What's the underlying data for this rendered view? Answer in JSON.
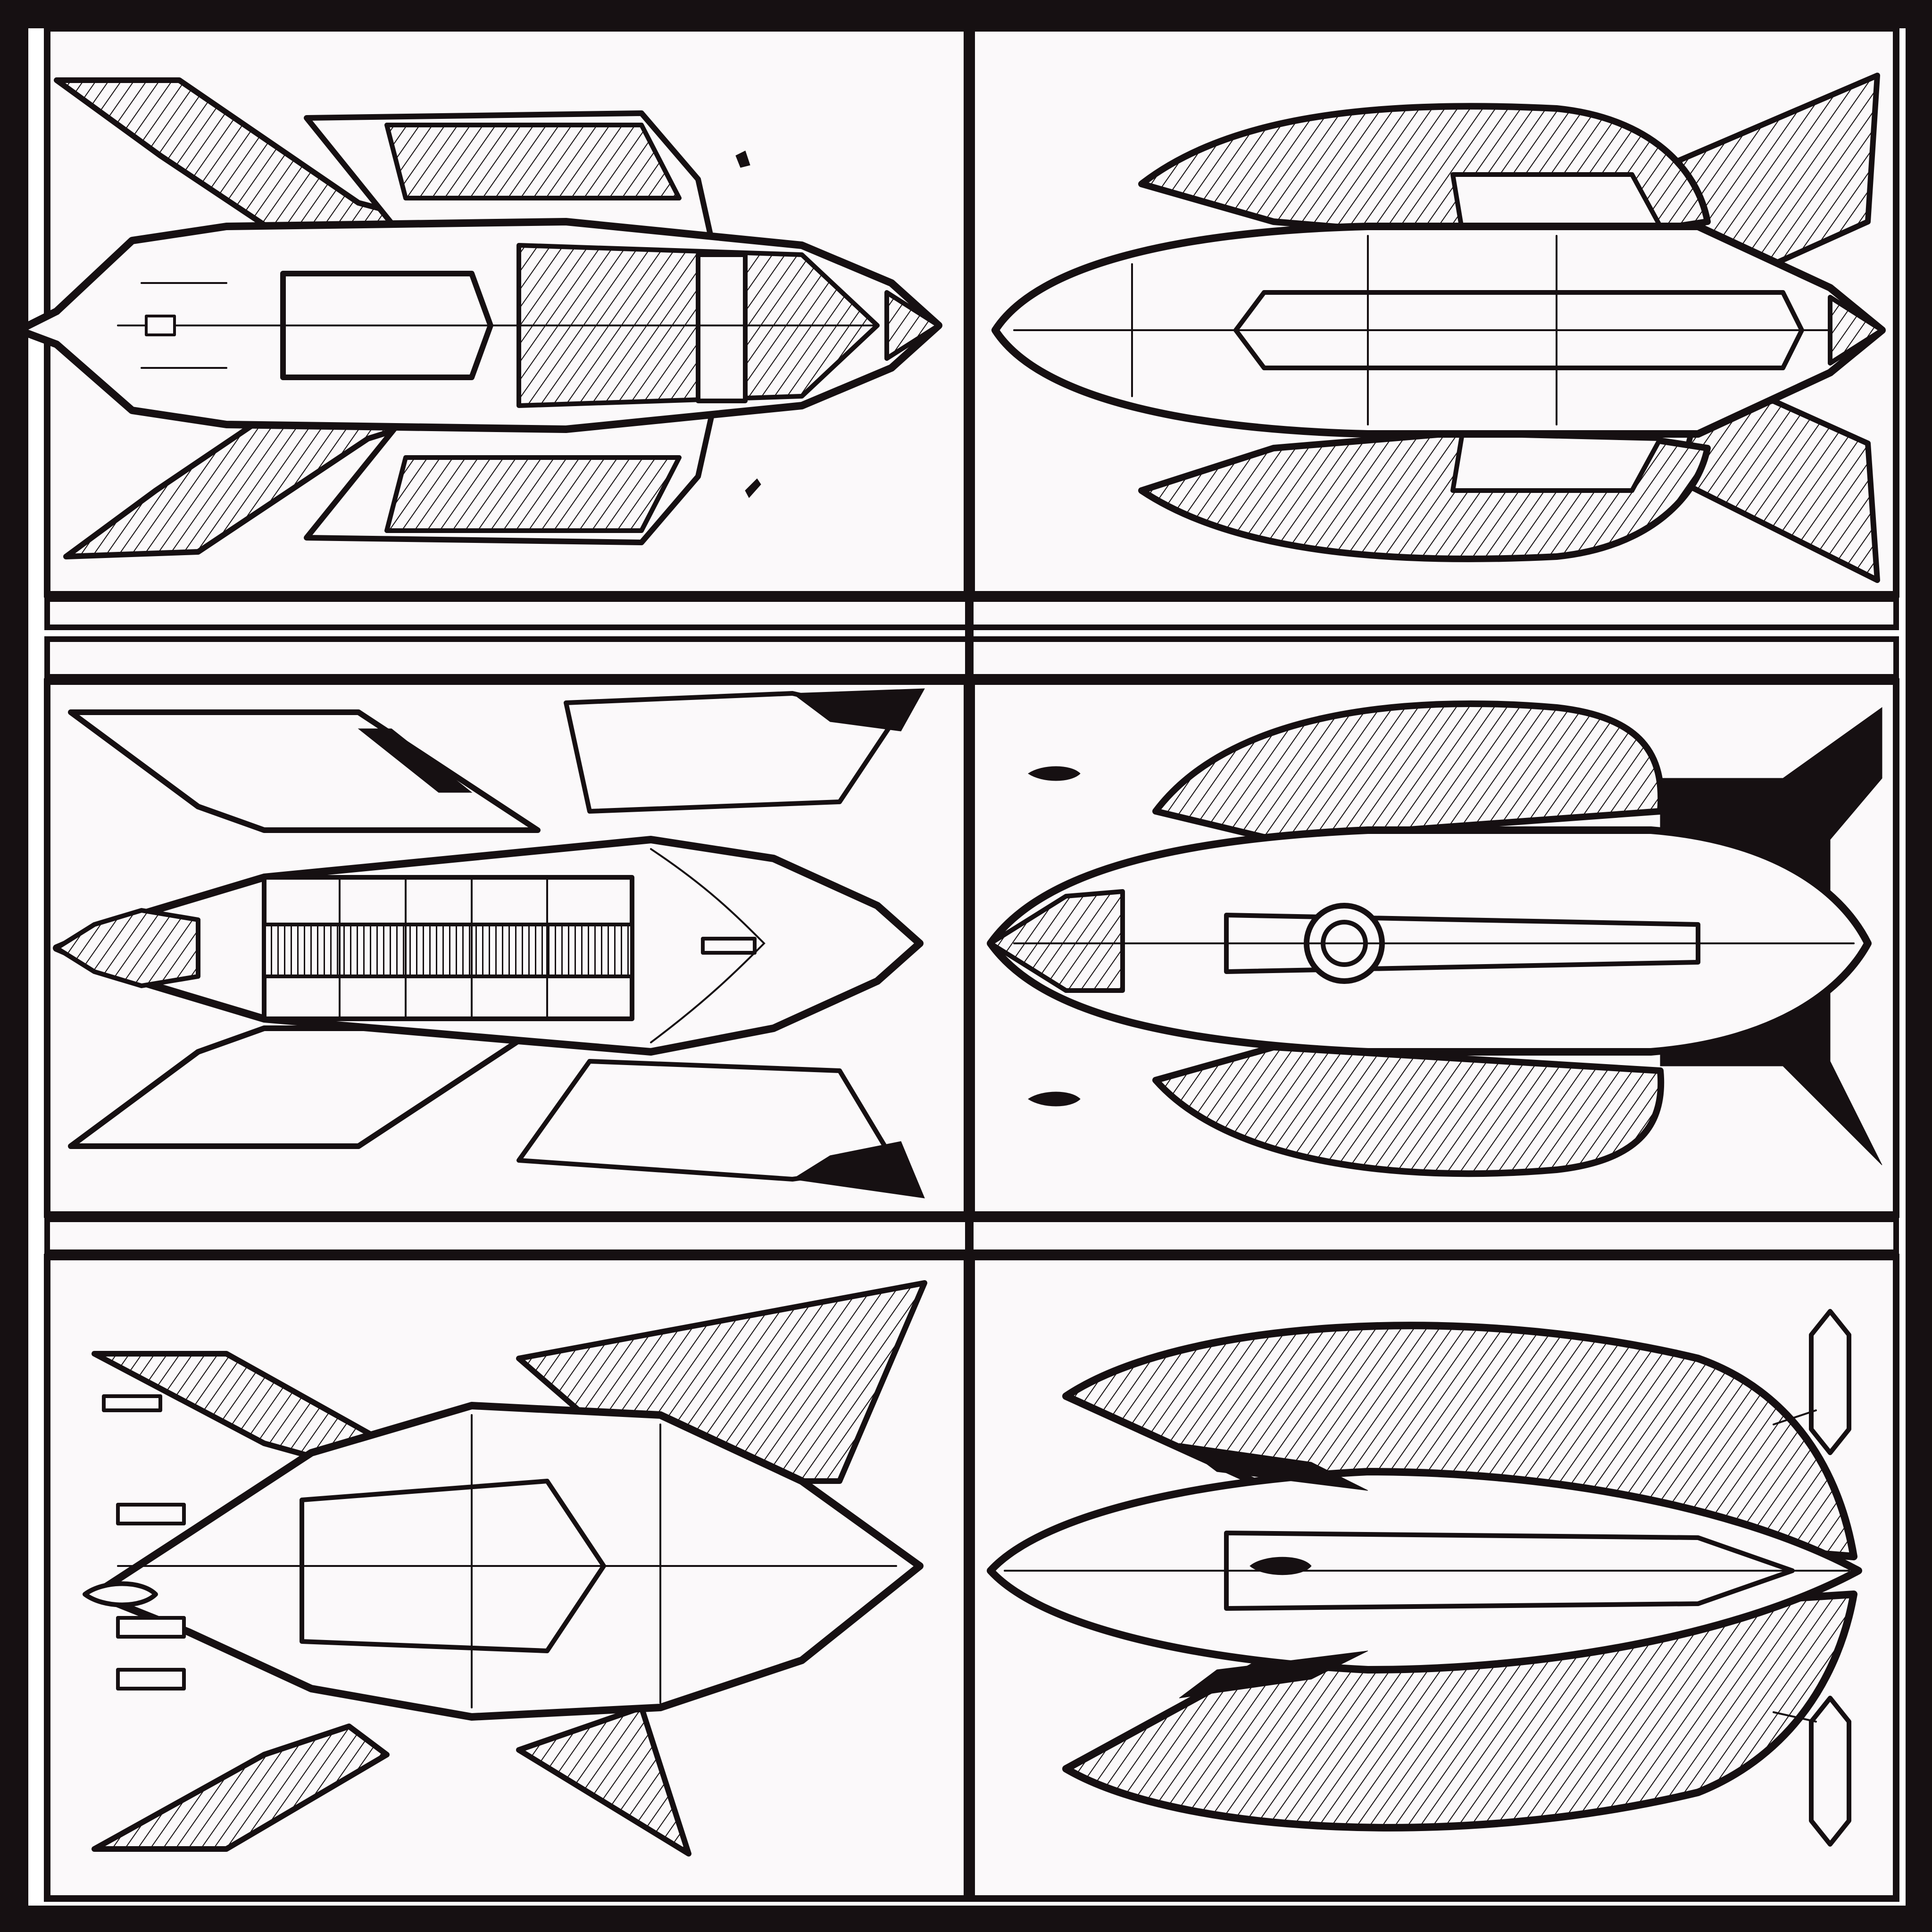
{
  "sheet": {
    "kind": "line-art spaceship sheet",
    "ink_color": "#161012",
    "paper_color": "#fbf9fa",
    "background_color": "#ffffff"
  },
  "panels": [
    {
      "row": 1,
      "col": 1,
      "subject": "spaceship-top-view"
    },
    {
      "row": 1,
      "col": 2,
      "subject": "spaceship-top-view"
    },
    {
      "row": 2,
      "col": 1,
      "subject": "spaceship-top-view"
    },
    {
      "row": 2,
      "col": 2,
      "subject": "spaceship-top-view"
    },
    {
      "row": 3,
      "col": 1,
      "subject": "spaceship-top-view"
    },
    {
      "row": 3,
      "col": 2,
      "subject": "spaceship-top-view"
    }
  ]
}
